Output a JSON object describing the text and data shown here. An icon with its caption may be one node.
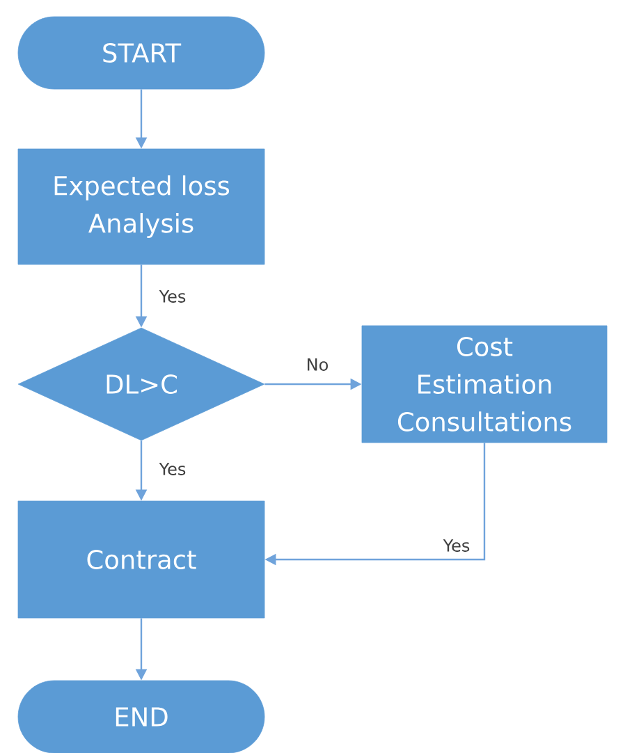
{
  "diagram": {
    "nodes": [
      {
        "text": [
          "START"
        ]
      },
      {
        "text": [
          "Expected loss Analysis"
        ]
      },
      {
        "text": [
          "DL>C"
        ]
      },
      {
        "text": [
          "Cost Estimation Consultations"
        ]
      },
      {
        "text": [
          "Contract"
        ]
      },
      {
        "text": [
          "END"
        ]
      }
    ],
    "edges": [
      {
        "from": 0,
        "to": 1,
        "arrow": "to"
      },
      {
        "from": 1,
        "to": 2,
        "arrow": "to",
        "label": "Yes"
      },
      {
        "from": 2,
        "to": 3,
        "arrow": "to",
        "label": "No"
      },
      {
        "from": 2,
        "to": 4,
        "arrow": "to",
        "label": "Yes"
      },
      {
        "from": 3,
        "to": 4,
        "arrow": "to",
        "label": "Yes"
      },
      {
        "from": 4,
        "to": 5,
        "arrow": "to"
      }
    ]
  }
}
